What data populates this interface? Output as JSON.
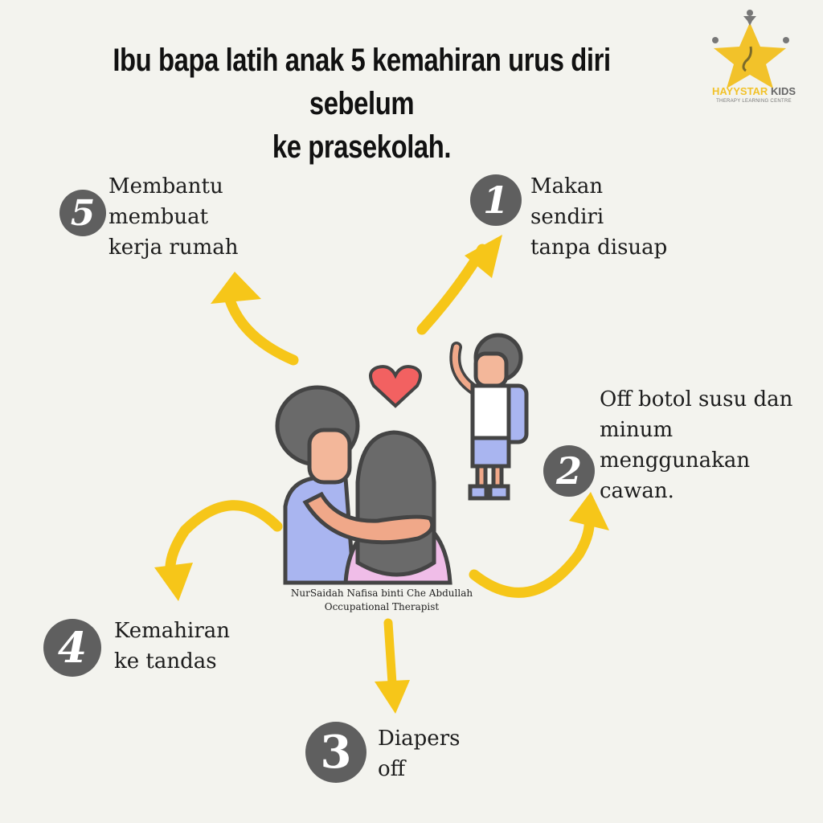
{
  "title": {
    "line1": "Ibu bapa latih anak 5 kemahiran urus diri sebelum",
    "line2": "ke prasekolah."
  },
  "logo": {
    "brand_yellow": "HAYYSTAR",
    "brand_gray": "KIDS",
    "subtitle": "THERAPY LEARNING CENTRE",
    "icon": "star-logo-icon"
  },
  "skills": [
    {
      "number": "1",
      "label_lines": [
        "Makan",
        "sendiri",
        "tanpa disuap"
      ]
    },
    {
      "number": "2",
      "label_lines": [
        "Off botol susu dan",
        "minum",
        "menggunakan",
        "cawan."
      ]
    },
    {
      "number": "3",
      "label_lines": [
        "Diapers",
        "off"
      ]
    },
    {
      "number": "4",
      "label_lines": [
        "Kemahiran",
        "ke tandas"
      ]
    },
    {
      "number": "5",
      "label_lines": [
        "Membantu",
        "membuat",
        "kerja rumah"
      ]
    }
  ],
  "credit": {
    "name": "NurSaidah Nafisa binti Che Abdullah",
    "role": "Occupational Therapist"
  },
  "colors": {
    "background": "#f3f3ee",
    "arrow": "#f6c619",
    "number_circle": "#5f5f5f",
    "heart": "#f26161"
  }
}
